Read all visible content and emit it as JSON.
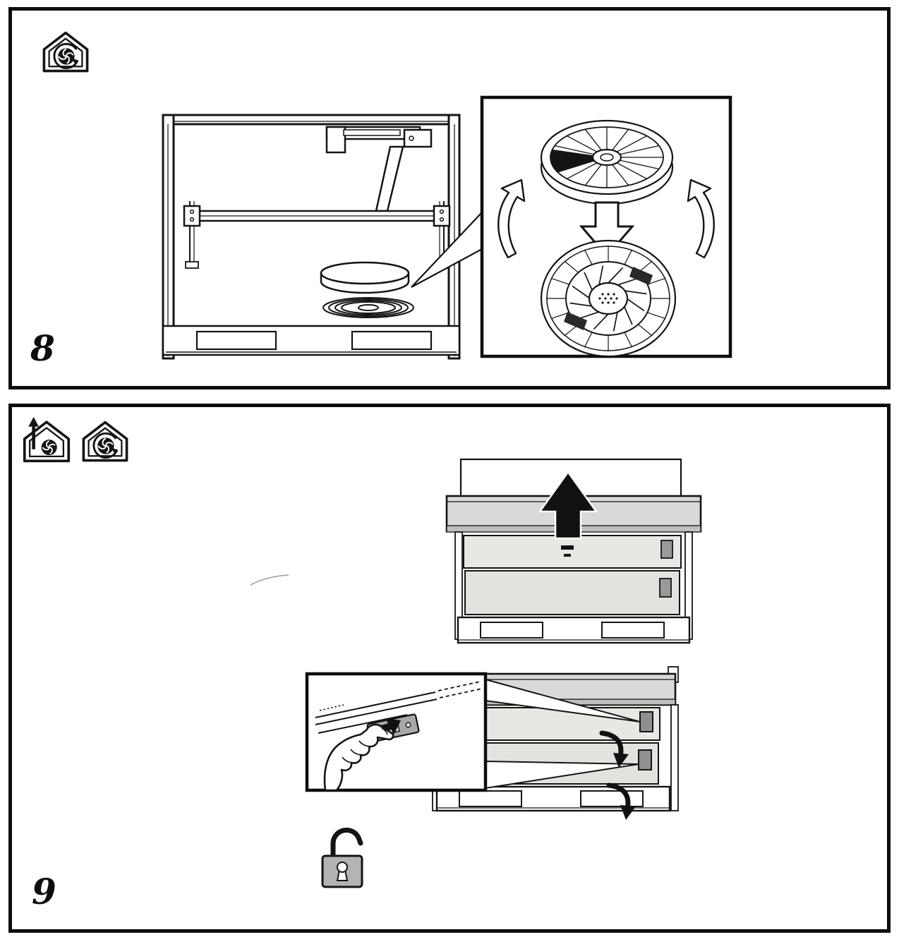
{
  "palette": {
    "paper": "#ffffff",
    "ink": "#141414",
    "panel_border": "#0d0d0d",
    "hood_grey": "#d9d9d9",
    "latch_grey": "#8f8f8f",
    "clip_grey": "#a8a8a8",
    "padlock_grey": "#b3b3b3"
  },
  "figures": [
    {
      "figure_label": "8",
      "mode_icons": [
        "recirculation-mode-icon"
      ],
      "drawing_icons": [
        "carbon-filter-top-view",
        "fan-housing-top-view",
        "insert-direction-arrow",
        "rotate-left-arrow",
        "rotate-right-arrow"
      ]
    },
    {
      "figure_label": "9",
      "mode_icons": [
        "exhaust-mode-icon",
        "recirculation-mode-icon"
      ],
      "drawing_icons": [
        "push-up-arrow",
        "latch-release-arrow-upper",
        "latch-release-arrow-lower",
        "hand-pressing-clip",
        "unlocked-padlock-icon"
      ]
    }
  ]
}
